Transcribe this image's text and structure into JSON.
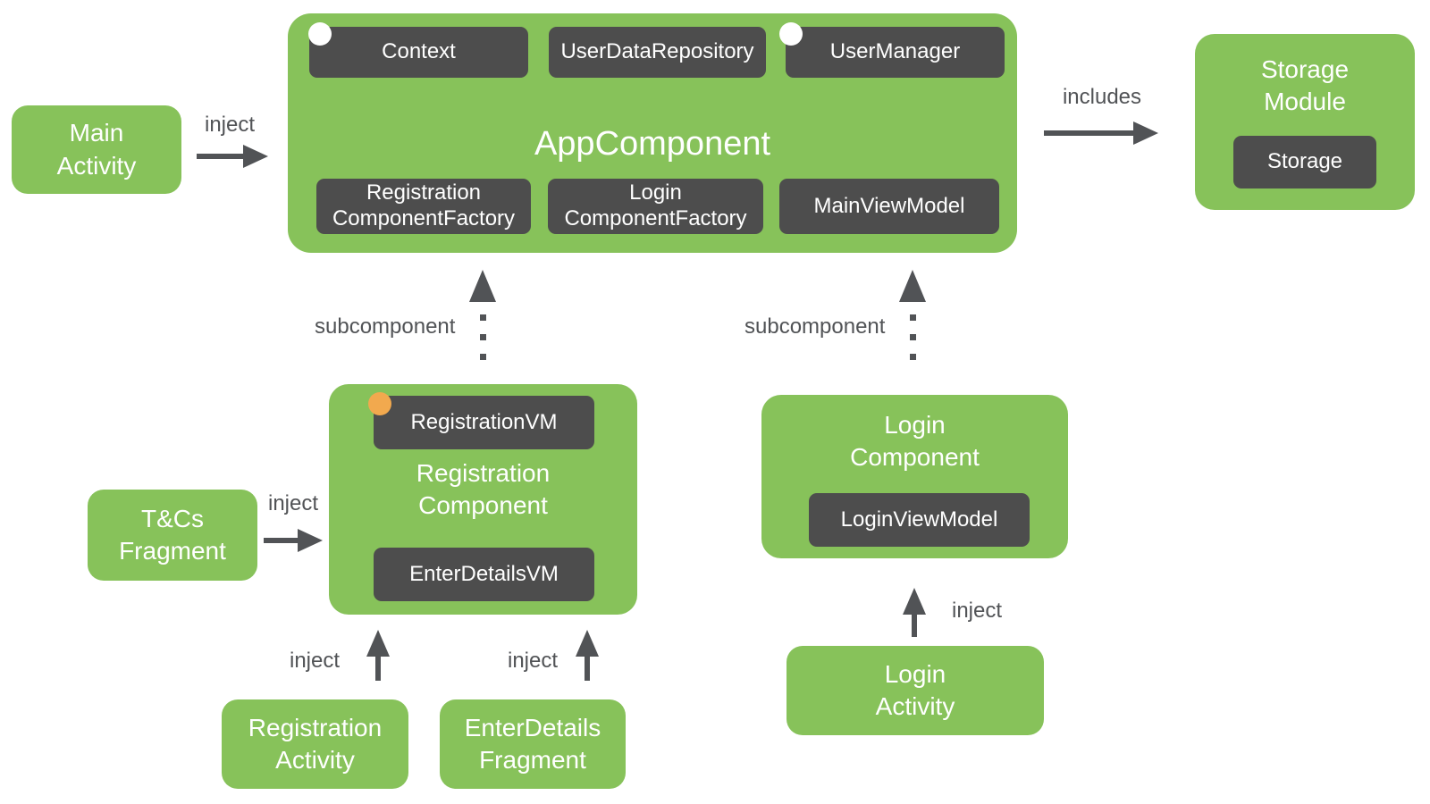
{
  "colors": {
    "green": "#87C25A",
    "dark_box": "#4D4D4D",
    "arrow_gray": "#515356",
    "orange_dot": "#F2A94E",
    "white_dot": "#FFFFFF",
    "background": "#FFFFFF",
    "text_on_box": "#FFFFFF"
  },
  "app_component": {
    "title": "AppComponent",
    "context": "Context",
    "user_data_repository": "UserDataRepository",
    "user_manager": "UserManager",
    "registration_component_factory": "Registration\nComponentFactory",
    "login_component_factory": "Login\nComponentFactory",
    "main_view_model": "MainViewModel"
  },
  "registration_component": {
    "title": "Registration\nComponent",
    "registration_vm": "RegistrationVM",
    "enter_details_vm": "EnterDetailsVM"
  },
  "login_component": {
    "title": "Login\nComponent",
    "login_view_model": "LoginViewModel"
  },
  "storage_module": {
    "title": "Storage\nModule",
    "storage": "Storage"
  },
  "external_nodes": {
    "main_activity": "Main\nActivity",
    "tcs_fragment": "T&Cs\nFragment",
    "registration_activity": "Registration\nActivity",
    "enter_details_fragment": "EnterDetails\nFragment",
    "login_activity": "Login\nActivity"
  },
  "edges": {
    "main_inject": "inject",
    "includes": "includes",
    "registration_subcomponent": "subcomponent",
    "login_subcomponent": "subcomponent",
    "tcs_inject": "inject",
    "registration_activity_inject": "inject",
    "enter_details_inject": "inject",
    "login_activity_inject": "inject"
  }
}
